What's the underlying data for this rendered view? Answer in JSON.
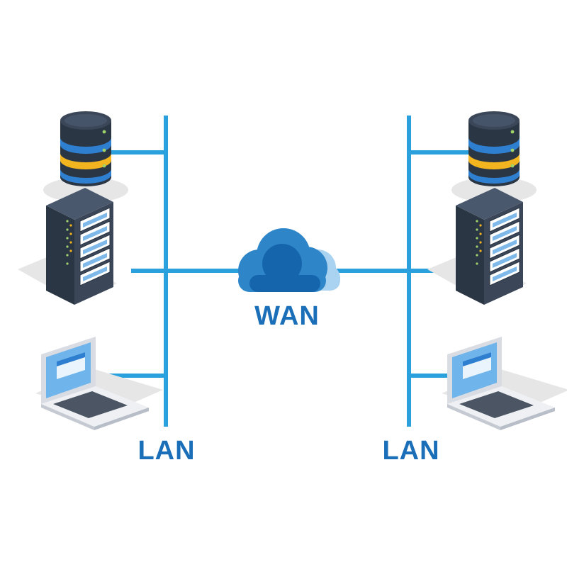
{
  "labels": {
    "wan": "WAN",
    "lan_left": "LAN",
    "lan_right": "LAN"
  },
  "colors": {
    "link": "#2aa0dc",
    "label": "#1a6fb8",
    "cloud_dark": "#1565ad",
    "cloud_mid": "#2e86c9",
    "cloud_light": "#a9d3f0",
    "device_dark": "#2b3645",
    "device_mid": "#3b4758",
    "db_band_blue": "#2f7fd1",
    "db_band_yellow": "#f2b51f",
    "screen": "#6fb4ea",
    "shadow": "#e6e6e6"
  },
  "icons": {
    "database": "database-icon",
    "server_rack": "server-rack-icon",
    "laptop": "laptop-icon",
    "cloud": "cloud-icon"
  }
}
